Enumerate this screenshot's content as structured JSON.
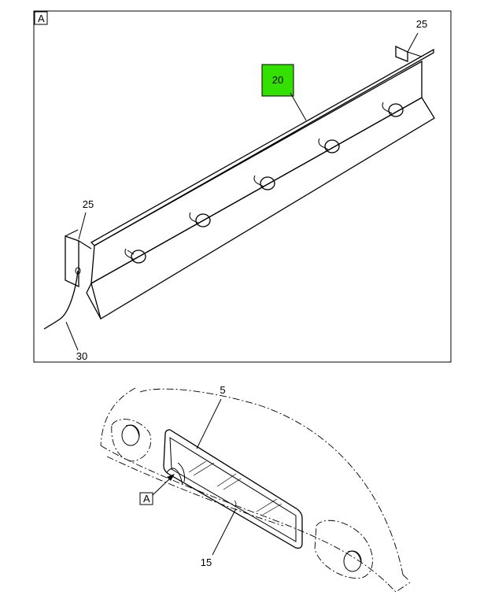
{
  "detail_box": {
    "label": "A"
  },
  "callouts": {
    "c20": "20",
    "c25_top": "25",
    "c25_left": "25",
    "c30": "30",
    "c5": "5",
    "c15": "15",
    "view_ref": "A"
  },
  "colors": {
    "highlight": "#33e000"
  }
}
